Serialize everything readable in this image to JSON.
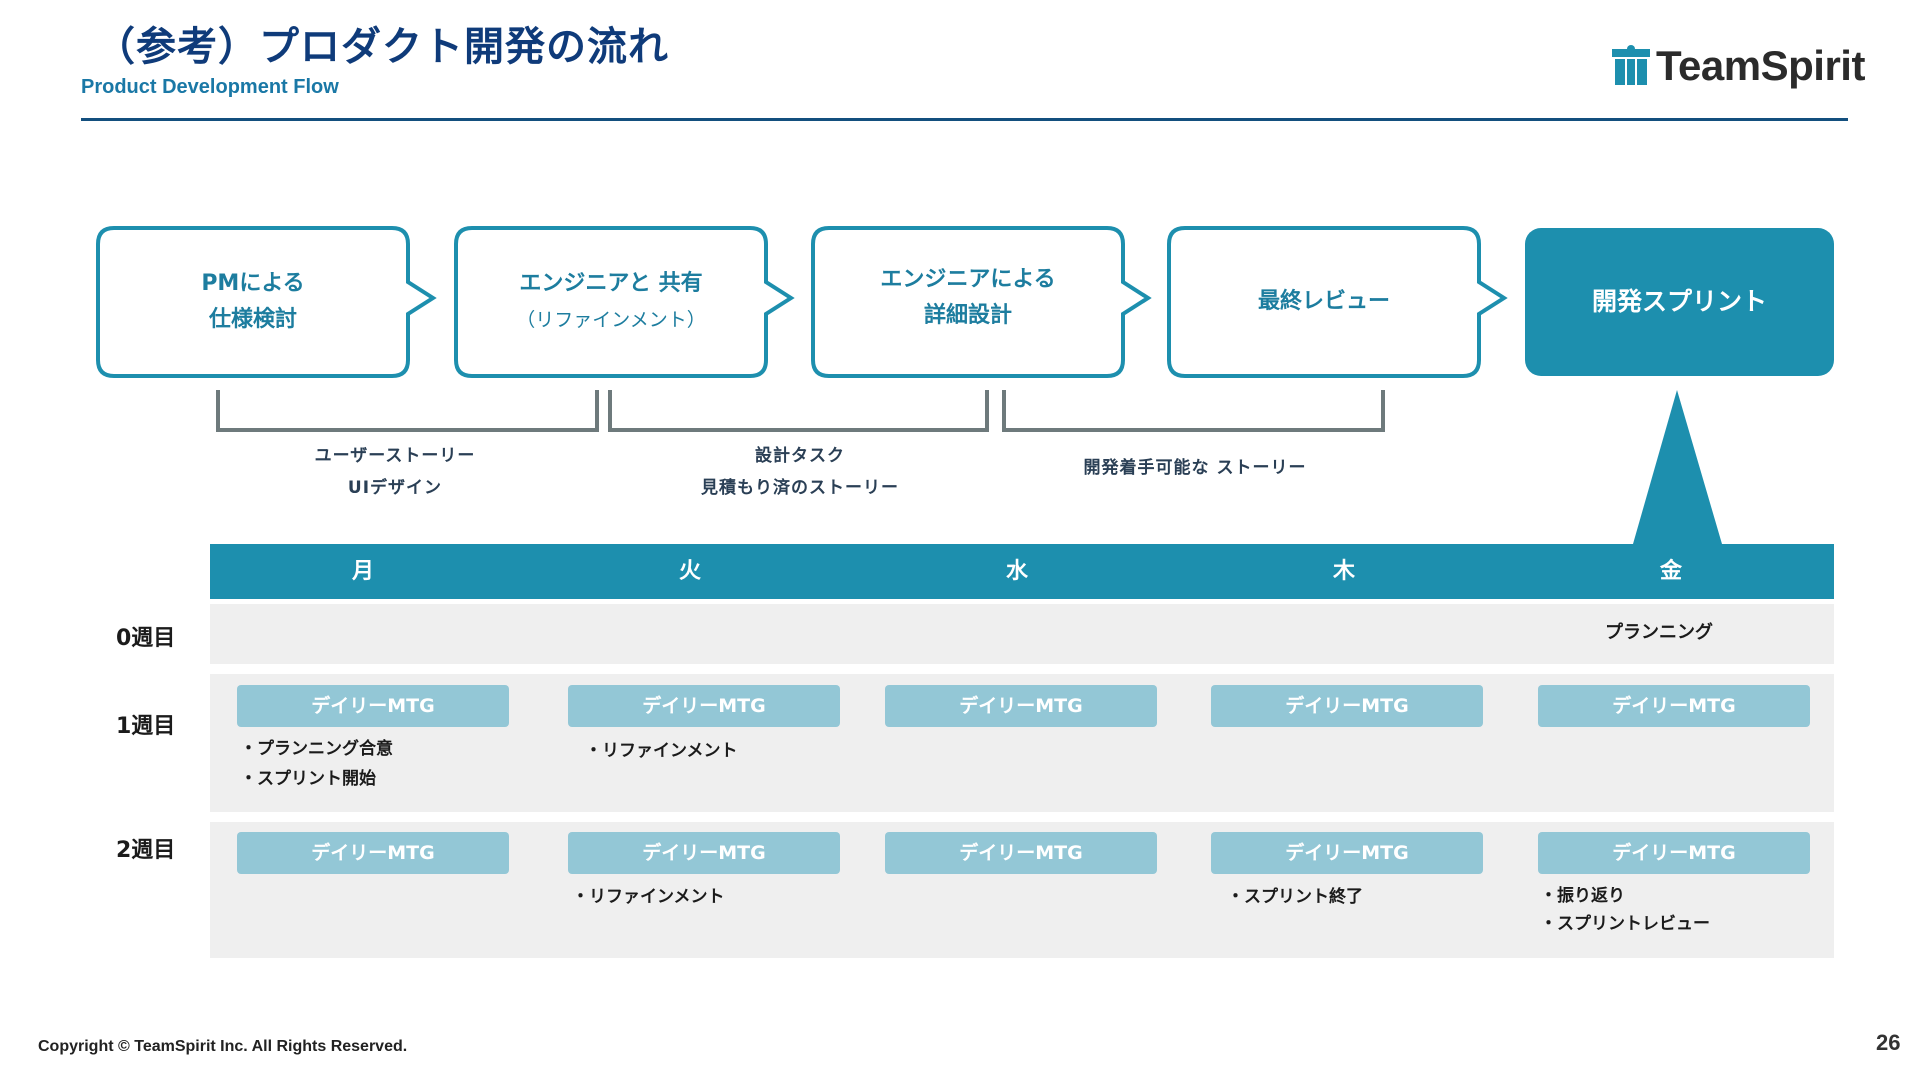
{
  "header": {
    "title": "（参考）プロダクト開発の流れ",
    "subtitle": "Product Development Flow",
    "logo_text": "TeamSpirit"
  },
  "flow": {
    "steps": [
      {
        "line1": "PMによる",
        "line2": "仕様検討"
      },
      {
        "line1": "エンジニアと 共有",
        "line2": "（リファインメント）"
      },
      {
        "line1": "エンジニアによる",
        "line2": "詳細設計"
      },
      {
        "line1": "最終レビュー",
        "line2": ""
      },
      {
        "line1": "開発スプリント",
        "line2": ""
      }
    ],
    "brackets": [
      {
        "line1": "ユーザーストーリー",
        "line2": "UIデザイン"
      },
      {
        "line1": "設計タスク",
        "line2": "見積もり済のストーリー"
      },
      {
        "line1": "開発着手可能な ストーリー",
        "line2": ""
      }
    ]
  },
  "schedule": {
    "days": [
      "月",
      "火",
      "水",
      "木",
      "金"
    ],
    "weeks": [
      {
        "label": "0週目",
        "planning": "プランニング"
      },
      {
        "label": "1週目",
        "mtg": "デイリーMTG",
        "notes": {
          "mon1": "・プランニング合意",
          "mon2": "・スプリント開始",
          "tue1": "・リファインメント"
        }
      },
      {
        "label": "2週目",
        "mtg": "デイリーMTG",
        "notes": {
          "tue1": "・リファインメント",
          "thu1": "・スプリント終了",
          "fri1": "・振り返り",
          "fri2": "・スプリントレビュー"
        }
      }
    ]
  },
  "footer": {
    "copyright": "Copyright © TeamSpirit Inc. All Rights Reserved.",
    "page": "26"
  },
  "colors": {
    "accent": "#1d8fae",
    "title": "#0f3b7a",
    "mtg": "#93c7d6",
    "row_bg": "#efefef"
  }
}
